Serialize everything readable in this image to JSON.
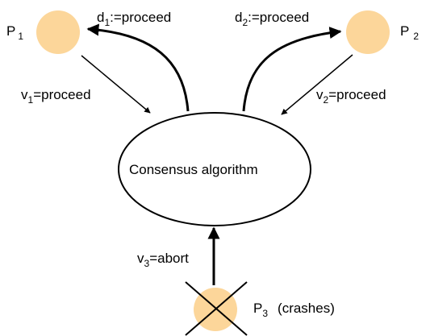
{
  "diagram": {
    "center": {
      "label": "Consensus algorithm"
    },
    "nodes": [
      {
        "id": "p1",
        "name": "P",
        "sub": "1",
        "suffix": "",
        "color": "#fcd69a",
        "crashed": false
      },
      {
        "id": "p2",
        "name": "P",
        "sub": "2",
        "suffix": "",
        "color": "#fcd69a",
        "crashed": false
      },
      {
        "id": "p3",
        "name": "P",
        "sub": "3",
        "suffix": "(crashes)",
        "color": "#fcd69a",
        "crashed": true
      }
    ],
    "inputs": [
      {
        "from": "p1",
        "var": "v",
        "sub": "1",
        "text": "=proceed"
      },
      {
        "from": "p2",
        "var": "v",
        "sub": "2",
        "text": "=proceed"
      },
      {
        "from": "p3",
        "var": "v",
        "sub": "3",
        "text": "=abort"
      }
    ],
    "decisions": [
      {
        "to": "p1",
        "var": "d",
        "sub": "1",
        "text": ":=proceed"
      },
      {
        "to": "p2",
        "var": "d",
        "sub": "2",
        "text": ":=proceed"
      }
    ]
  }
}
